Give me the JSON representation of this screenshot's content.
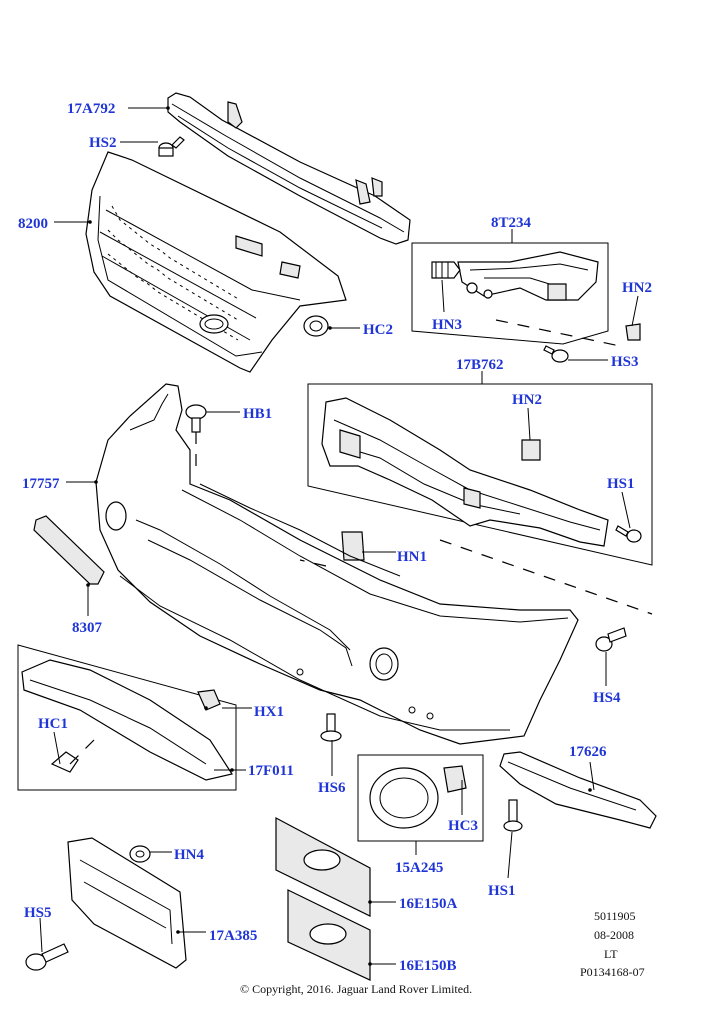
{
  "diagram": {
    "callouts": [
      {
        "id": "17A792",
        "label": "17A792"
      },
      {
        "id": "HS2-top",
        "label": "HS2"
      },
      {
        "id": "8200",
        "label": "8200"
      },
      {
        "id": "8T234",
        "label": "8T234"
      },
      {
        "id": "HN2-top",
        "label": "HN2"
      },
      {
        "id": "HN3",
        "label": "HN3"
      },
      {
        "id": "HC2",
        "label": "HC2"
      },
      {
        "id": "HS3",
        "label": "HS3"
      },
      {
        "id": "17B762",
        "label": "17B762"
      },
      {
        "id": "HB1",
        "label": "HB1"
      },
      {
        "id": "HN2-mid",
        "label": "HN2"
      },
      {
        "id": "17757",
        "label": "17757"
      },
      {
        "id": "HS1-right",
        "label": "HS1"
      },
      {
        "id": "HN1",
        "label": "HN1"
      },
      {
        "id": "8307",
        "label": "8307"
      },
      {
        "id": "HS4",
        "label": "HS4"
      },
      {
        "id": "HX1",
        "label": "HX1"
      },
      {
        "id": "HC1",
        "label": "HC1"
      },
      {
        "id": "17626",
        "label": "17626"
      },
      {
        "id": "17F011",
        "label": "17F011"
      },
      {
        "id": "HS6",
        "label": "HS6"
      },
      {
        "id": "HC3",
        "label": "HC3"
      },
      {
        "id": "HN4",
        "label": "HN4"
      },
      {
        "id": "15A245",
        "label": "15A245"
      },
      {
        "id": "HS1-bottom",
        "label": "HS1"
      },
      {
        "id": "HS5",
        "label": "HS5"
      },
      {
        "id": "16E150A",
        "label": "16E150A"
      },
      {
        "id": "17A385",
        "label": "17A385"
      },
      {
        "id": "16E150B",
        "label": "16E150B"
      }
    ],
    "info_block": {
      "code": "5011905",
      "date": "08-2008",
      "side": "LT",
      "ref": "P0134168-07"
    },
    "copyright": "© Copyright, 2016. Jaguar Land Rover Limited."
  }
}
